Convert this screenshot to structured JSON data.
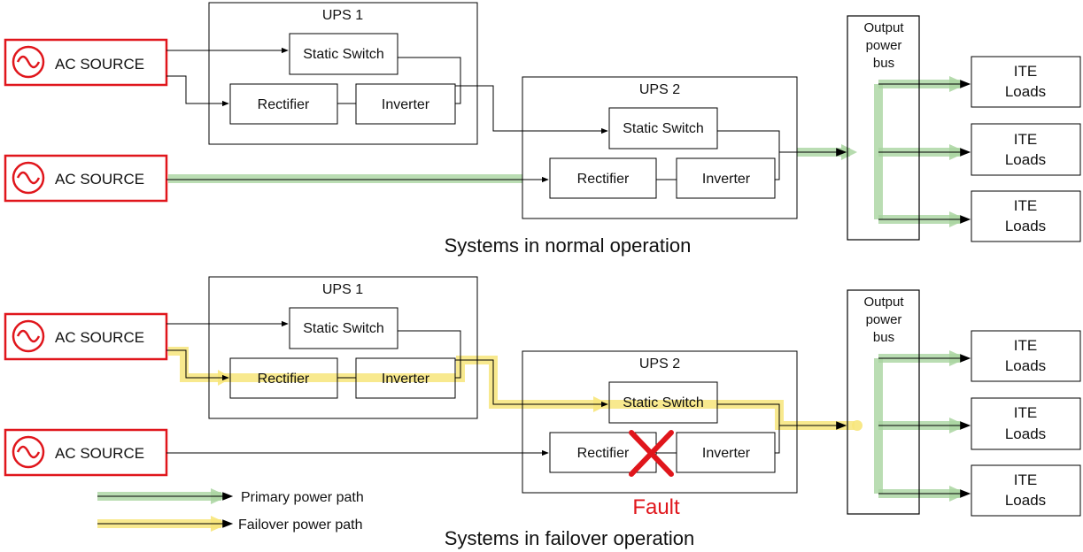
{
  "normal": {
    "caption": "Systems in normal operation",
    "ups1": {
      "title": "UPS 1",
      "static_switch": "Static Switch",
      "rectifier": "Rectifier",
      "inverter": "Inverter"
    },
    "ups2": {
      "title": "UPS 2",
      "static_switch": "Static Switch",
      "rectifier": "Rectifier",
      "inverter": "Inverter"
    },
    "source1": "AC SOURCE",
    "source2": "AC SOURCE",
    "bus": [
      "Output",
      "power",
      "bus"
    ],
    "loads": [
      {
        "line1": "ITE",
        "line2": "Loads"
      },
      {
        "line1": "ITE",
        "line2": "Loads"
      },
      {
        "line1": "ITE",
        "line2": "Loads"
      }
    ]
  },
  "failover": {
    "caption": "Systems in failover operation",
    "ups1": {
      "title": "UPS 1",
      "static_switch": "Static Switch",
      "rectifier": "Rectifier",
      "inverter": "Inverter"
    },
    "ups2": {
      "title": "UPS 2",
      "static_switch": "Static Switch",
      "rectifier": "Rectifier",
      "inverter": "Inverter"
    },
    "source1": "AC SOURCE",
    "source2": "AC SOURCE",
    "bus": [
      "Output",
      "power",
      "bus"
    ],
    "loads": [
      {
        "line1": "ITE",
        "line2": "Loads"
      },
      {
        "line1": "ITE",
        "line2": "Loads"
      },
      {
        "line1": "ITE",
        "line2": "Loads"
      }
    ],
    "fault_label": "Fault"
  },
  "legend": {
    "primary": "Primary power path",
    "failover": "Failover power path"
  },
  "colors": {
    "source_border": "#e0161c",
    "primary_path": "#a9d5a0",
    "failover_path": "#f7e57a",
    "fault": "#e0161c"
  }
}
